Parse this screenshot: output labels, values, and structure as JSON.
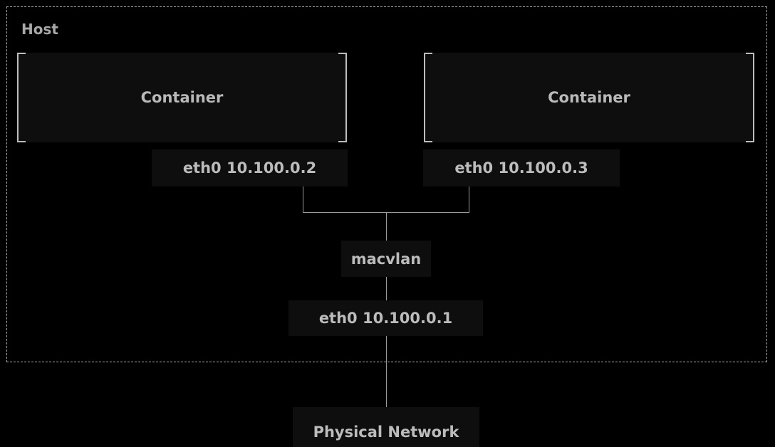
{
  "host": {
    "label": "Host"
  },
  "containers": [
    {
      "label": "Container"
    },
    {
      "label": "Container"
    }
  ],
  "interfaces": {
    "container_1": "eth0 10.100.0.2",
    "container_2": "eth0 10.100.0.3",
    "bridge": "macvlan",
    "host": "eth0 10.100.0.1"
  },
  "physical_network": {
    "label": "Physical Network"
  },
  "colors": {
    "background": "#000000",
    "box": "#0e0e0e",
    "text": "#bcbcbc",
    "lines": "#9a9a9a"
  }
}
